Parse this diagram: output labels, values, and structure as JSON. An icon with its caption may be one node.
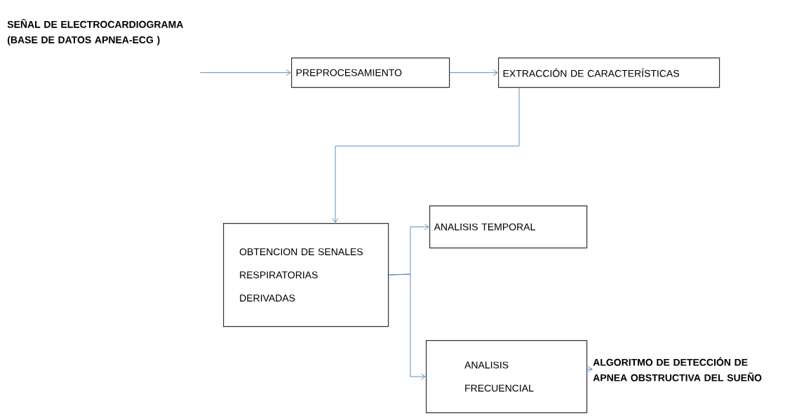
{
  "diagram": {
    "nodes": [
      {
        "text": [
          "SEÑAL DE ELECTROCARDIOGRAMA (BASE DE DATOS APNEA-ECG )"
        ]
      },
      {
        "text": [
          "PREPROCESAMIENTO"
        ]
      },
      {
        "text": [
          "EXTRACCIÓN  DE  CARACTERÍSTICAS"
        ]
      },
      {
        "text": [
          "OBTENCION DE SENALES RESPIRATORIAS DERIVADAS"
        ]
      },
      {
        "text": [
          "ANALISIS TEMPORAL"
        ]
      },
      {
        "text": [
          "ANALISIS FRECUENCIAL"
        ]
      },
      {
        "text": [
          "ALGORITMO DE DETECCIÓN DE APNEA OBSTRUCTIVA DEL SUEÑO"
        ]
      }
    ],
    "edges": [
      {
        "from": 0,
        "to": 1,
        "arrow": "to"
      },
      {
        "from": 1,
        "to": 2,
        "arrow": "to"
      },
      {
        "from": 2,
        "to": 3,
        "arrow": "to"
      },
      {
        "from": 3,
        "to": 4,
        "arrow": "to"
      },
      {
        "from": 3,
        "to": 5,
        "arrow": "to"
      },
      {
        "from": 5,
        "to": 6,
        "arrow": "to"
      }
    ]
  }
}
